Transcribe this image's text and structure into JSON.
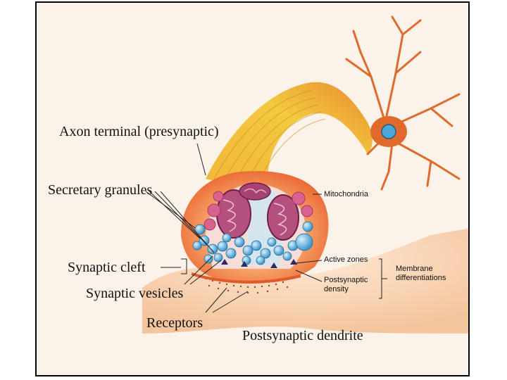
{
  "labels": {
    "axon_terminal": "Axon terminal (presynaptic)",
    "secretary_granules": "Secretary granules",
    "synaptic_cleft": "Synaptic cleft",
    "synaptic_vesicles": "Synaptic vesicles",
    "receptors": "Receptors",
    "postsynaptic_dendrite": "Postsynaptic dendrite",
    "mitochondria": "Mitochondria",
    "active_zones": "Active zones",
    "postsynaptic_density_line1": "Postsynaptic",
    "postsynaptic_density_line2": "density",
    "membrane_diff_line1": "Membrane",
    "membrane_diff_line2": "differentiations"
  },
  "colors": {
    "background": "#fbf3ea",
    "axon_yellow": "#f2c431",
    "terminal_orange": "#f07a35",
    "vesicle_blue": "#5fb6e0",
    "granule_pink": "#d9628f",
    "neuron_body": "#e06a2c",
    "nucleus_blue": "#4aa7d8"
  }
}
